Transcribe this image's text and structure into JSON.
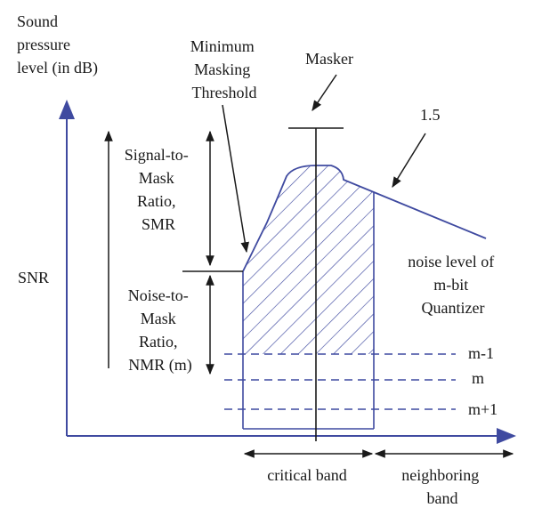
{
  "diagram": {
    "y_axis_label": [
      "Sound",
      "pressure",
      "level (in dB)"
    ],
    "snr_label": "SNR",
    "min_masking_threshold": [
      "Minimum",
      "Masking",
      "Threshold"
    ],
    "masker_label": "Masker",
    "slope_label": "1.5",
    "smr_label": [
      "Signal-to-",
      "Mask",
      "Ratio,",
      "SMR"
    ],
    "nmr_label": [
      "Noise-to-",
      "Mask",
      "Ratio,",
      "NMR (m)"
    ],
    "noise_label": [
      "noise level of",
      "m-bit",
      "Quantizer"
    ],
    "quant_levels": [
      "m-1",
      "m",
      "m+1"
    ],
    "critical_band": "critical band",
    "neighboring_band": [
      "neighboring",
      "band"
    ],
    "colors": {
      "curve": "#3f4aa0",
      "axis": "#3f4aa0",
      "text": "#1a1a1a"
    }
  }
}
